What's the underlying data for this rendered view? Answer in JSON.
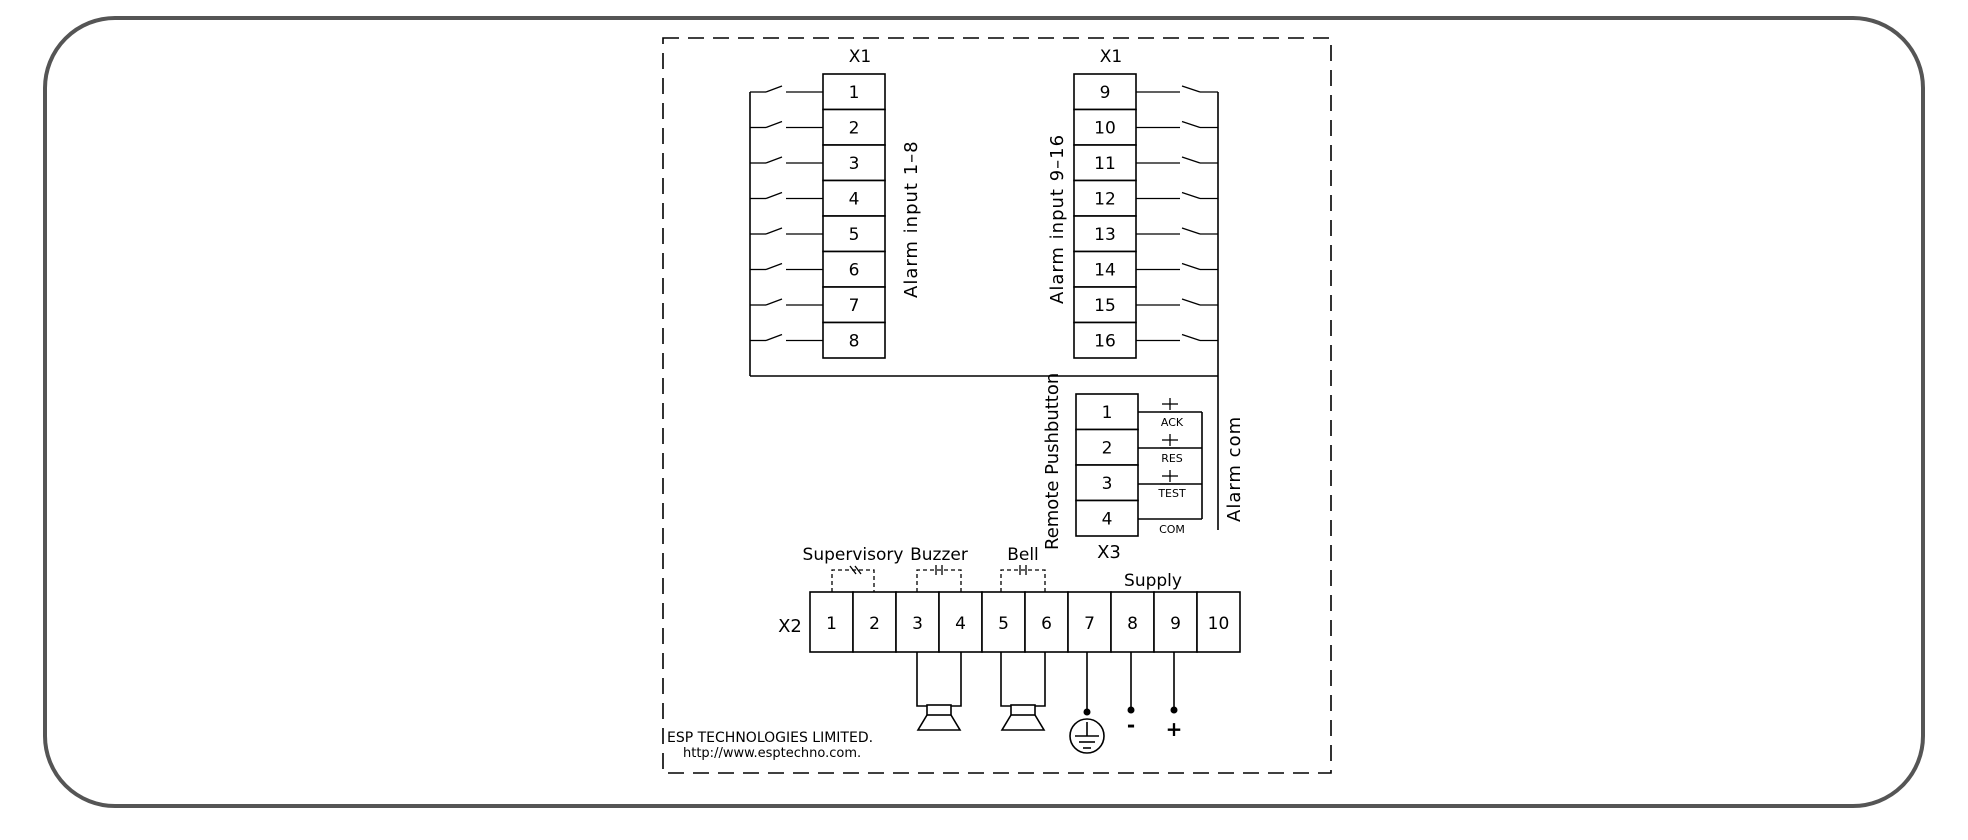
{
  "diagram": {
    "x1_left_header": "X1",
    "x1_right_header": "X1",
    "x1_left_terminals": [
      "1",
      "2",
      "3",
      "4",
      "5",
      "6",
      "7",
      "8"
    ],
    "x1_right_terminals": [
      "9",
      "10",
      "11",
      "12",
      "13",
      "14",
      "15",
      "16"
    ],
    "alarm_input_left_label": "Alarm input 1–8",
    "alarm_input_right_label": "Alarm input 9–16",
    "remote_pushbutton_label": "Remote Pushbutton",
    "x3_label": "X3",
    "x3_terminals": [
      "1",
      "2",
      "3",
      "4"
    ],
    "x3_functions": [
      "ACK",
      "RES",
      "TEST",
      "COM"
    ],
    "alarm_com_label": "Alarm com",
    "x2_label": "X2",
    "x2_terminals": [
      "1",
      "2",
      "3",
      "4",
      "5",
      "6",
      "7",
      "8",
      "9",
      "10"
    ],
    "relay_labels": [
      "Supervisory",
      "Buzzer",
      "Bell"
    ],
    "supply_label": "Supply",
    "supply_minus": "-",
    "supply_plus": "+",
    "company_name": "ESP TECHNOLOGIES LIMITED.",
    "company_url": "http://www.esptechno.com."
  }
}
